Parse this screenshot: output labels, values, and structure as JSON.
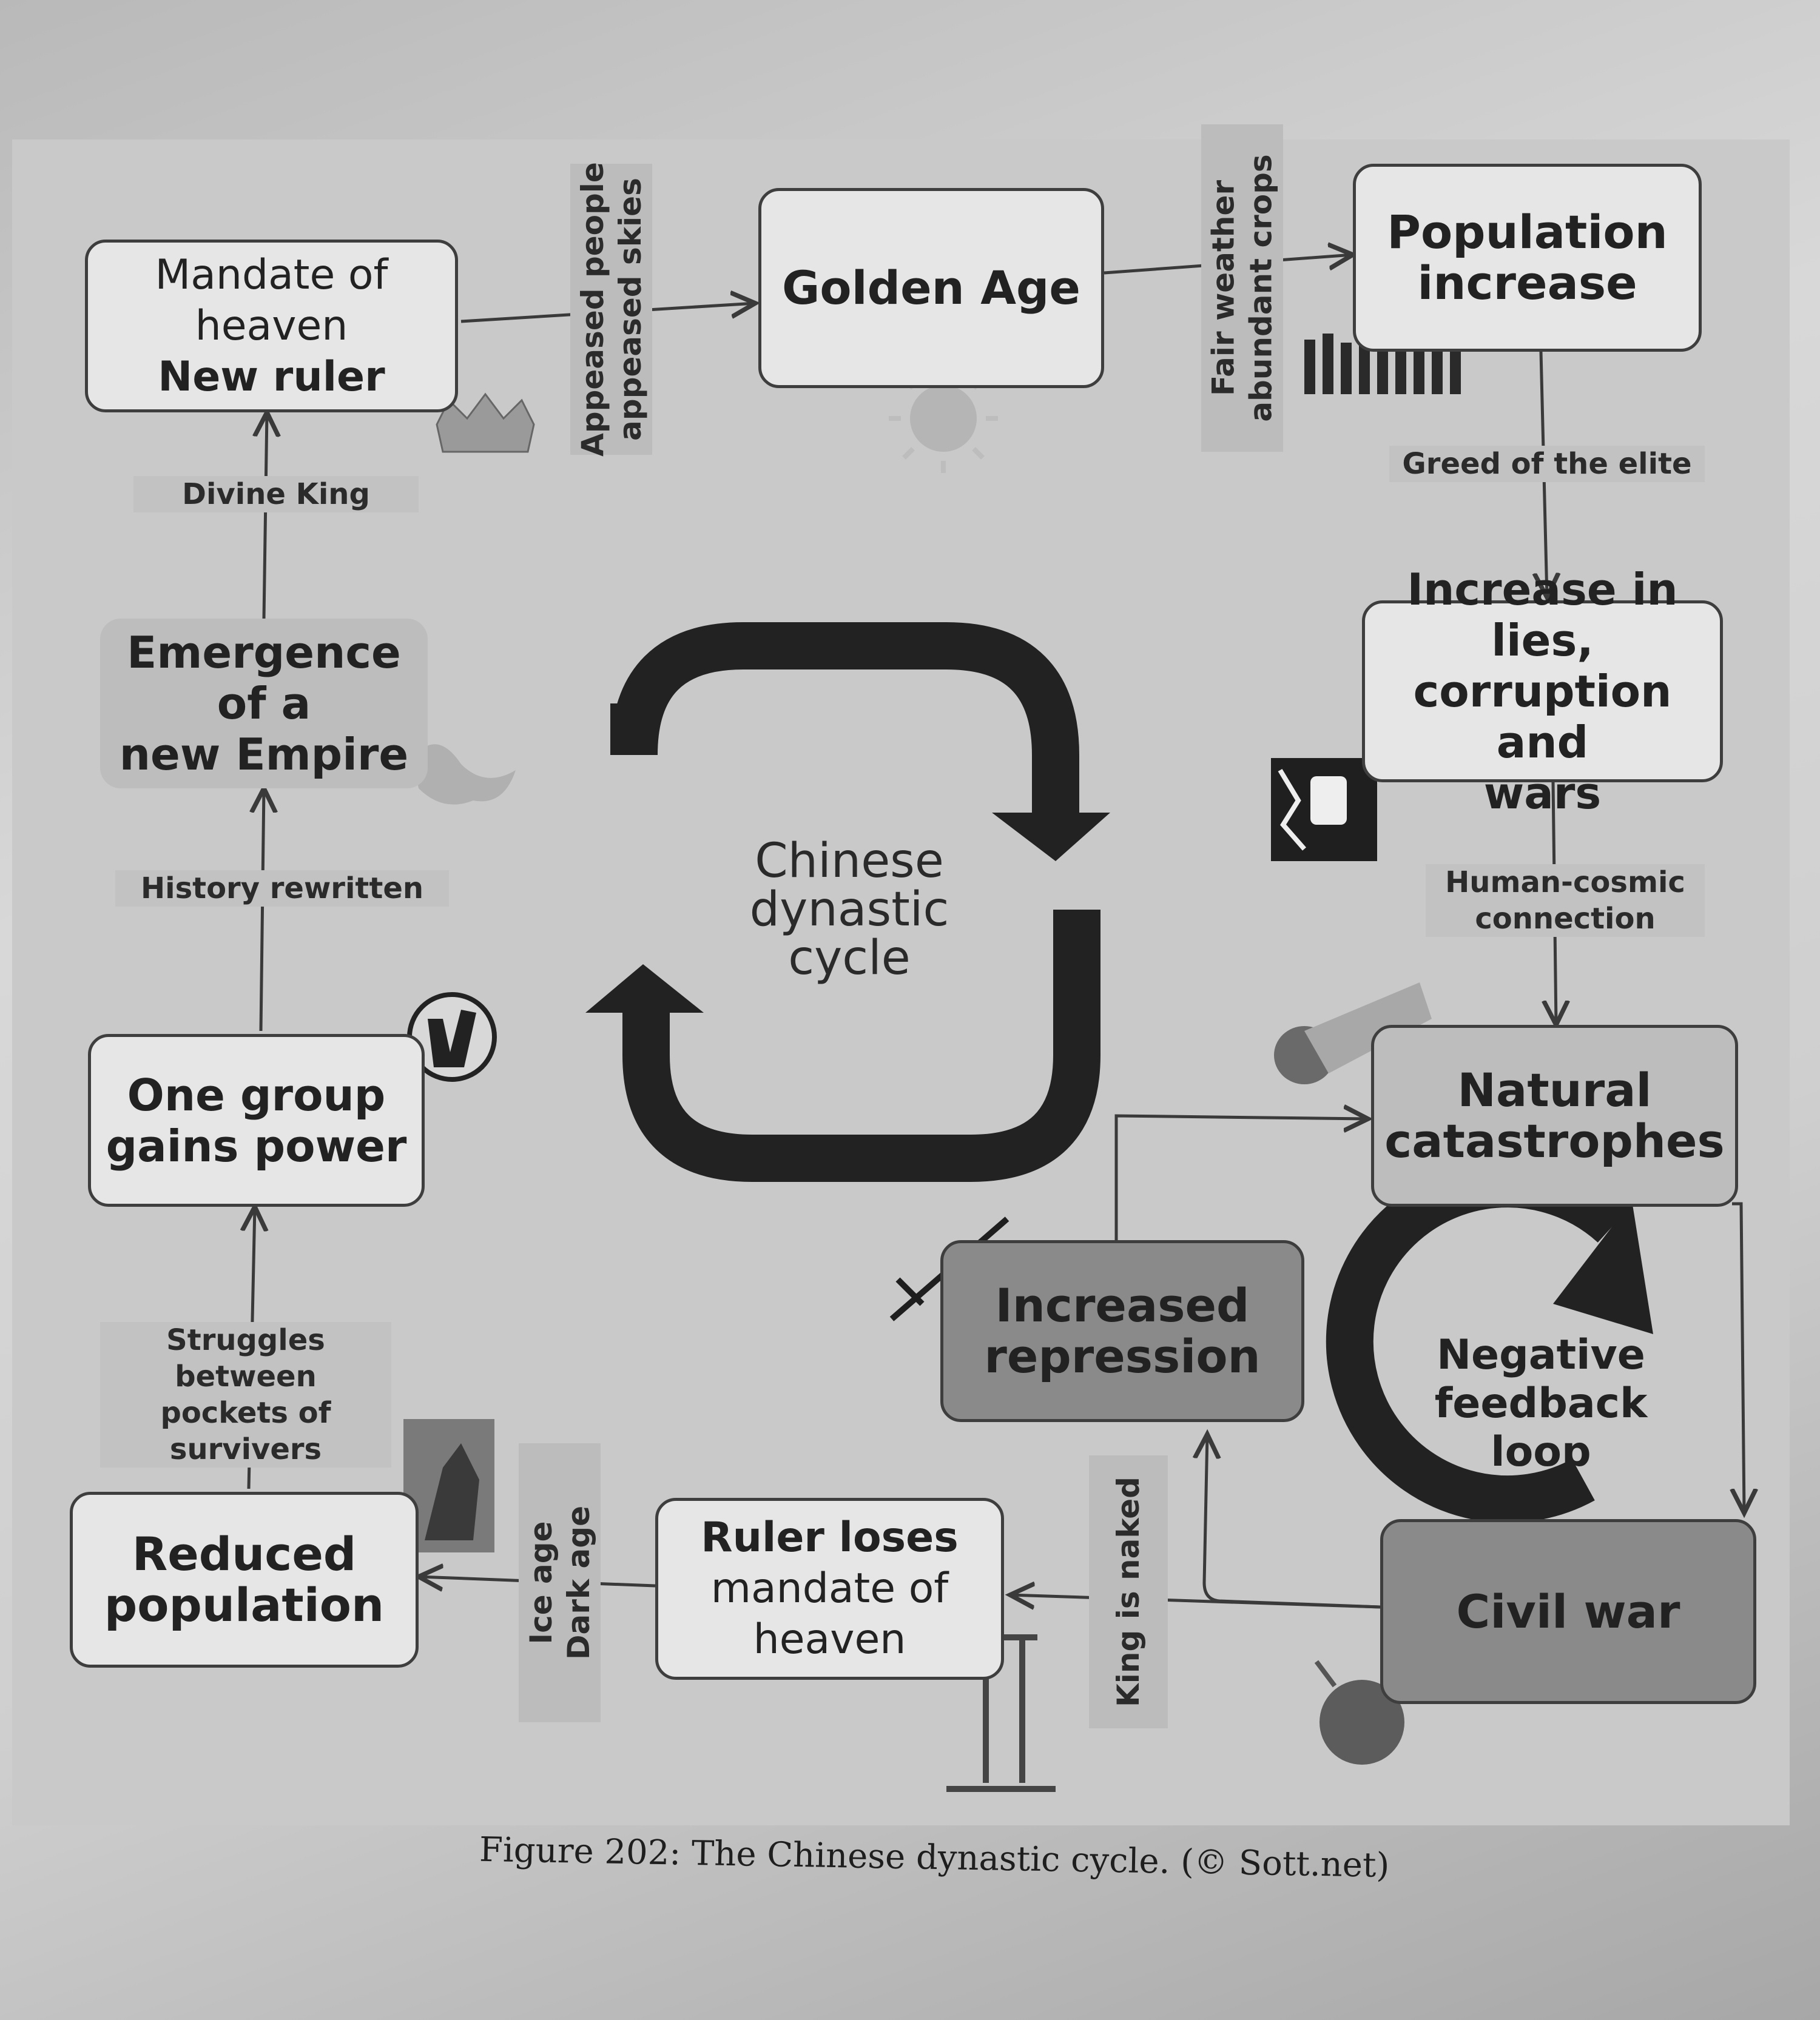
{
  "title": "Chinese dynastic cycle",
  "nodes": {
    "mandate": [
      "Mandate of",
      "heaven",
      "New ruler"
    ],
    "golden_age": "Golden Age",
    "population_increase": [
      "Population",
      "increase"
    ],
    "lies": [
      "Increase in lies,",
      "corruption and",
      "wars"
    ],
    "natural": [
      "Natural",
      "catastrophes"
    ],
    "negative_feedback": [
      "Negative",
      "feedback loop"
    ],
    "civil_war": "Civil war",
    "repression": [
      "Increased",
      "repression"
    ],
    "ruler_loses": [
      "Ruler loses",
      "mandate of",
      "heaven"
    ],
    "reduced": [
      "Reduced",
      "population"
    ],
    "one_group": [
      "One group",
      "gains power"
    ],
    "emergence": [
      "Emergence of a",
      "new Empire"
    ]
  },
  "edges": {
    "appeased": [
      "Appeased people",
      "appeased skies"
    ],
    "fair_weather": [
      "Fair weather",
      "abundant crops"
    ],
    "greed": "Greed of the elite",
    "human_cosmic": [
      "Human-cosmic",
      "connection"
    ],
    "king_naked": "King is naked",
    "ice_age": [
      "Ice age",
      "Dark age"
    ],
    "struggles": [
      "Struggles between",
      "pockets of survivers"
    ],
    "history": "History rewritten",
    "divine_king": "Divine King"
  },
  "caption": "Figure 202: The Chinese dynastic cycle. (© Sott.net)"
}
